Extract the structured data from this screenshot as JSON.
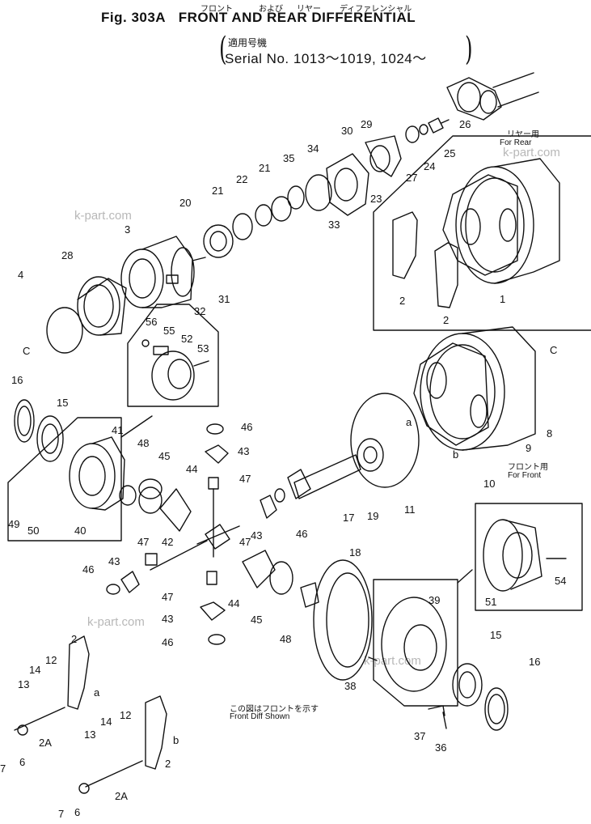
{
  "header": {
    "jp_front": "フロント",
    "jp_and": "および",
    "jp_rear": "リヤー",
    "jp_diff": "ディファレンシャル",
    "figure": "Fig. 303A",
    "title": "FRONT AND REAR DIFFERENTIAL",
    "applicability_jp": "適用号機",
    "serial": "Serial No. 1013～1019, 1024～"
  },
  "notes": {
    "rear_jp": "リヤー用",
    "rear_en": "For Rear",
    "front_jp": "フロント用",
    "front_en": "For Front",
    "shown_jp": "この図はフロントを示す",
    "shown_en": "Front Diff Shown"
  },
  "watermarks": [
    "k-part.com",
    "k-part.com",
    "k-part.com",
    "k-part.com"
  ],
  "callouts": [
    {
      "text": "30"
    },
    {
      "text": "29"
    },
    {
      "text": "26"
    },
    {
      "text": "25"
    },
    {
      "text": "24"
    },
    {
      "text": "27"
    },
    {
      "text": "34"
    },
    {
      "text": "35"
    },
    {
      "text": "21"
    },
    {
      "text": "22"
    },
    {
      "text": "21"
    },
    {
      "text": "20"
    },
    {
      "text": "23"
    },
    {
      "text": "33"
    },
    {
      "text": "3"
    },
    {
      "text": "28"
    },
    {
      "text": "4"
    },
    {
      "text": "C"
    },
    {
      "text": "32"
    },
    {
      "text": "31"
    },
    {
      "text": "2"
    },
    {
      "text": "2"
    },
    {
      "text": "1"
    },
    {
      "text": "56"
    },
    {
      "text": "55"
    },
    {
      "text": "52"
    },
    {
      "text": "53"
    },
    {
      "text": "C"
    },
    {
      "text": "16"
    },
    {
      "text": "15"
    },
    {
      "text": "41"
    },
    {
      "text": "48"
    },
    {
      "text": "45"
    },
    {
      "text": "44"
    },
    {
      "text": "46"
    },
    {
      "text": "43"
    },
    {
      "text": "47"
    },
    {
      "text": "a"
    },
    {
      "text": "8"
    },
    {
      "text": "9"
    },
    {
      "text": "b"
    },
    {
      "text": "10"
    },
    {
      "text": "49"
    },
    {
      "text": "50"
    },
    {
      "text": "40"
    },
    {
      "text": "17"
    },
    {
      "text": "19"
    },
    {
      "text": "11"
    },
    {
      "text": "43"
    },
    {
      "text": "46"
    },
    {
      "text": "42"
    },
    {
      "text": "47"
    },
    {
      "text": "47"
    },
    {
      "text": "43"
    },
    {
      "text": "46"
    },
    {
      "text": "18"
    },
    {
      "text": "54"
    },
    {
      "text": "51"
    },
    {
      "text": "47"
    },
    {
      "text": "44"
    },
    {
      "text": "45"
    },
    {
      "text": "48"
    },
    {
      "text": "39"
    },
    {
      "text": "43"
    },
    {
      "text": "46"
    },
    {
      "text": "15"
    },
    {
      "text": "16"
    },
    {
      "text": "2"
    },
    {
      "text": "12"
    },
    {
      "text": "14"
    },
    {
      "text": "13"
    },
    {
      "text": "a"
    },
    {
      "text": "38"
    },
    {
      "text": "7"
    },
    {
      "text": "6"
    },
    {
      "text": "2A"
    },
    {
      "text": "12"
    },
    {
      "text": "14"
    },
    {
      "text": "13"
    },
    {
      "text": "b"
    },
    {
      "text": "2"
    },
    {
      "text": "37"
    },
    {
      "text": "36"
    },
    {
      "text": "7"
    },
    {
      "text": "6"
    },
    {
      "text": "2A"
    }
  ]
}
